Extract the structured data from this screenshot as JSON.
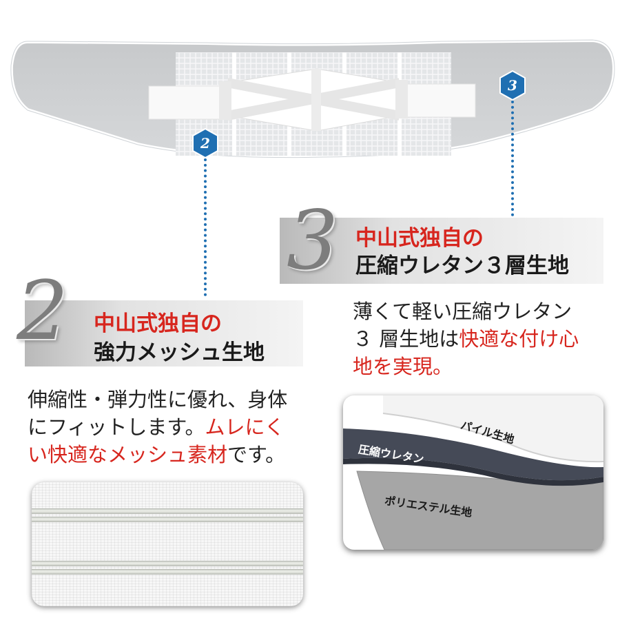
{
  "markers": {
    "mesh_number": "2",
    "urethane_number": "3"
  },
  "feature_mesh": {
    "number": "2",
    "title_line1": "中山式独自の",
    "title_line2": "強力メッシュ生地",
    "desc_line1": "伸縮性・弾力性に優れ、身体",
    "desc_line2_black": "にフィットします。",
    "desc_line2_red": "ムレにく",
    "desc_line3_red": "い快適なメッシュ素材",
    "desc_line3_black": "です。"
  },
  "feature_urethane": {
    "number": "3",
    "title_line1": "中山式独自の",
    "title_line2": "圧縮ウレタン３層生地",
    "desc_line1": "薄くて軽い圧縮ウレタン",
    "desc_line2_black": "３ 層生地は",
    "desc_line2_red": "快適な付け心",
    "desc_line3_red": "地を実現。"
  },
  "layers": {
    "top": "パイル生地",
    "middle": "圧縮ウレタン",
    "bottom": "ポリエステル生地"
  },
  "colors": {
    "accent_red": "#d7261e",
    "marker_blue": "#1f6fb2"
  }
}
